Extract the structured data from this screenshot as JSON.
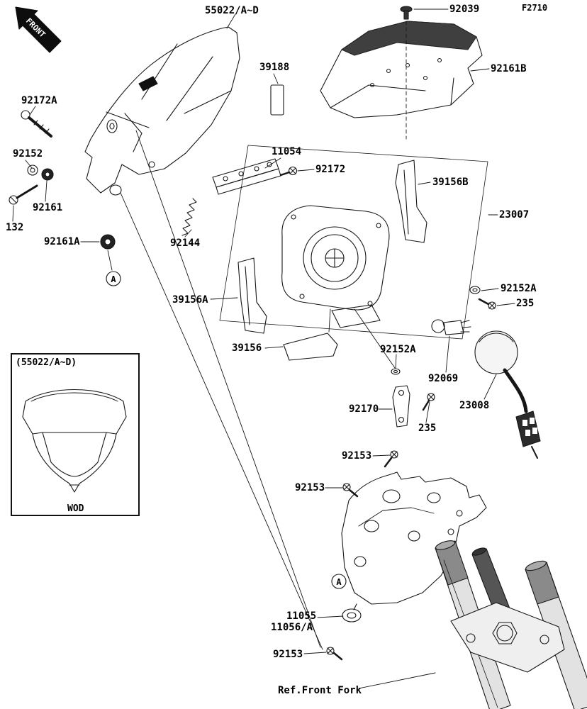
{
  "doc": {
    "code": "F2710",
    "front_marker": "FRONT",
    "ref_note": "Ref.Front Fork"
  },
  "inset": {
    "title": "(55022/A~D)",
    "caption": "WOD"
  },
  "callouts": {
    "a": "A"
  },
  "part_labels": [
    {
      "id": "55022-ad",
      "text": "55022/A~D"
    },
    {
      "id": "92039",
      "text": "92039"
    },
    {
      "id": "92161b",
      "text": "92161B"
    },
    {
      "id": "39188",
      "text": "39188"
    },
    {
      "id": "92172a",
      "text": "92172A"
    },
    {
      "id": "92152",
      "text": "92152"
    },
    {
      "id": "92161",
      "text": "92161"
    },
    {
      "id": "132",
      "text": "132"
    },
    {
      "id": "92161a",
      "text": "92161A"
    },
    {
      "id": "11054",
      "text": "11054"
    },
    {
      "id": "92172",
      "text": "92172"
    },
    {
      "id": "39156b",
      "text": "39156B"
    },
    {
      "id": "23007",
      "text": "23007"
    },
    {
      "id": "92144",
      "text": "92144"
    },
    {
      "id": "39156a",
      "text": "39156A"
    },
    {
      "id": "92152a-right",
      "text": "92152A"
    },
    {
      "id": "235-right",
      "text": "235"
    },
    {
      "id": "39156",
      "text": "39156"
    },
    {
      "id": "92152a-center",
      "text": "92152A"
    },
    {
      "id": "92069",
      "text": "92069"
    },
    {
      "id": "92170",
      "text": "92170"
    },
    {
      "id": "235-center",
      "text": "235"
    },
    {
      "id": "23008",
      "text": "23008"
    },
    {
      "id": "92153-top",
      "text": "92153"
    },
    {
      "id": "92153-mid",
      "text": "92153"
    },
    {
      "id": "11055",
      "text": "11055"
    },
    {
      "id": "11056a",
      "text": "11056/A"
    },
    {
      "id": "92153-bottom",
      "text": "92153"
    }
  ]
}
